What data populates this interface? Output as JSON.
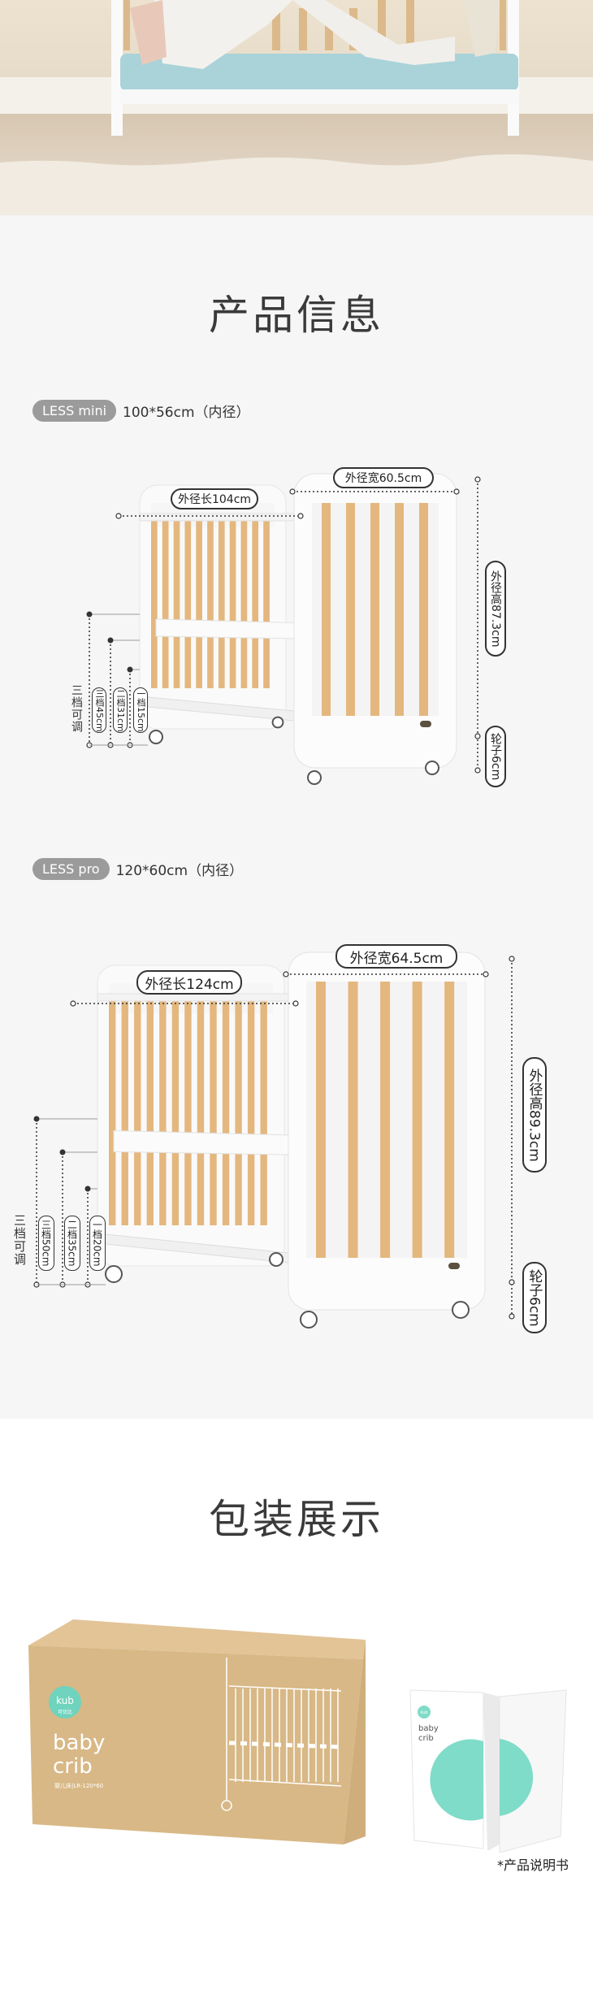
{
  "info_section": {
    "title": "产品信息",
    "models": [
      {
        "badge": "LESS mini",
        "size": "100*56cm（内径）",
        "length": "外径长104cm",
        "width": "外径宽60.5cm",
        "height": "外径高87.3cm",
        "wheel": "轮子6cm",
        "adjust_label": "三档可调",
        "levels": [
          "三档45cm",
          "二档31cm",
          "一档15cm"
        ]
      },
      {
        "badge": "LESS pro",
        "size": "120*60cm（内径）",
        "length": "外径长124cm",
        "width": "外径宽64.5cm",
        "height": "外径高89.3cm",
        "wheel": "轮子6cm",
        "adjust_label": "三档可调",
        "levels": [
          "三档50cm",
          "二档35cm",
          "一档20cm"
        ]
      }
    ]
  },
  "pack_section": {
    "title": "包装展示",
    "box": {
      "brand": "kub",
      "brand_cn": "可优比",
      "line1": "baby",
      "line2": "crib",
      "model": "婴儿床|LR-120*60"
    },
    "booklet": {
      "brand": "kub",
      "line1": "baby",
      "line2": "crib"
    },
    "note": "*产品说明书"
  },
  "colors": {
    "accent": "#6fd3bd",
    "wood": "#e4b77f",
    "box": "#d9b886",
    "badge": "#9b9b9b"
  }
}
